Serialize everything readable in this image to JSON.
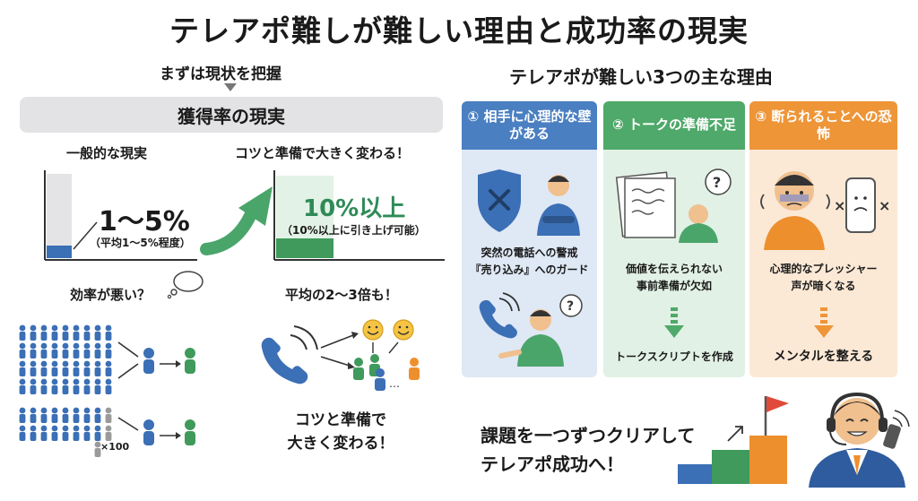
{
  "title": "テレアポ難しが難しい理由と成功率の現実",
  "left": {
    "subtitle": "まずは現状を把握",
    "section_header": "獲得率の現実",
    "general": {
      "label": "一般的な現実",
      "value": "1〜5%",
      "note": "（平均1〜5%程度）",
      "caption": "効率が悪い？"
    },
    "tips": {
      "label": "コツと準備で大きく変わる！",
      "value": "10%以上",
      "note": "（10%以上に引き上げ可能）",
      "caption": "平均の2〜3倍も！"
    },
    "multiplier": "×100",
    "bottom_text_line1": "コツと準備で",
    "bottom_text_line2": "大きく変わる！"
  },
  "right": {
    "subtitle": "テレアポが難しい3つの主な理由",
    "reasons": [
      {
        "header": "① 相手に心理的な壁がある",
        "desc_line1": "突然の電話への警戒",
        "desc_line2": "『売り込み』へのガード",
        "color": "#4a7fc1",
        "bg": "#dfe8f5"
      },
      {
        "header": "② トークの準備不足",
        "desc_line1": "価値を伝えられない",
        "desc_line2": "事前準備が欠如",
        "solution": "トークスクリプトを作成",
        "color": "#4fa96a",
        "bg": "#e2f1e5"
      },
      {
        "header": "③ 断られることへの恐怖",
        "desc_line1": "心理的なプレッシャー",
        "desc_line2": "声が暗くなる",
        "solution": "メンタルを整える",
        "color": "#ee9538",
        "bg": "#fbe9d6"
      }
    ],
    "bottom_line1": "課題を一つずつクリアして",
    "bottom_line2": "テレアポ成功へ！"
  },
  "colors": {
    "blue": "#3b6fb6",
    "green": "#3f9a5c",
    "orange": "#ee8f2e",
    "accent_green": "#2e8b57"
  }
}
